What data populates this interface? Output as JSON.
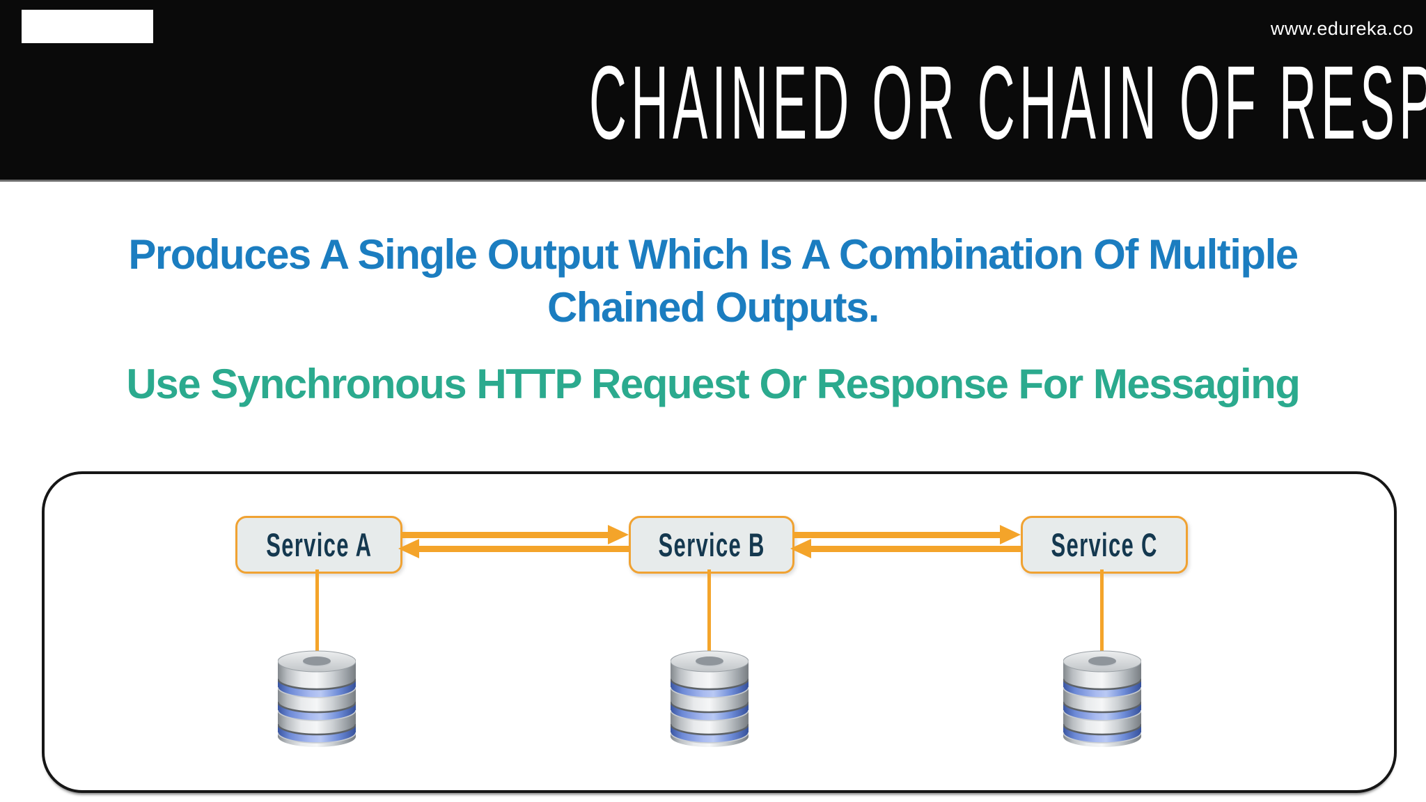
{
  "banner": {
    "title": "CHAINED OR CHAIN OF RESPONSIBILITY",
    "site_url": "www.edureka.co"
  },
  "headline": {
    "line1": "Produces A Single Output Which Is A Combination Of Multiple",
    "line2": "Chained Outputs."
  },
  "subheadline": {
    "text": "Use Synchronous HTTP Request Or Response For Messaging"
  },
  "diagram": {
    "services": [
      {
        "label": "Service A",
        "datastore_icon": "database-cylinder-icon"
      },
      {
        "label": "Service B",
        "datastore_icon": "database-cylinder-icon"
      },
      {
        "label": "Service C",
        "datastore_icon": "database-cylinder-icon"
      }
    ],
    "connections": [
      {
        "from": "Service A",
        "to": "Service B",
        "bidirectional": true,
        "style": "orange-arrow"
      },
      {
        "from": "Service B",
        "to": "Service C",
        "bidirectional": true,
        "style": "orange-arrow"
      },
      {
        "from": "Service A",
        "to": "database",
        "style": "orange-line"
      },
      {
        "from": "Service B",
        "to": "database",
        "style": "orange-line"
      },
      {
        "from": "Service C",
        "to": "database",
        "style": "orange-line"
      }
    ]
  },
  "theme": {
    "banner-bg": "#0a0a0a",
    "blue": "#1b7dc0",
    "teal": "#2baa8e",
    "arrow": "#f4a42a",
    "box-border": "#f0a232",
    "box-fill": "#e7ebeb",
    "navy": "#14384f",
    "container-border": "#161616"
  }
}
